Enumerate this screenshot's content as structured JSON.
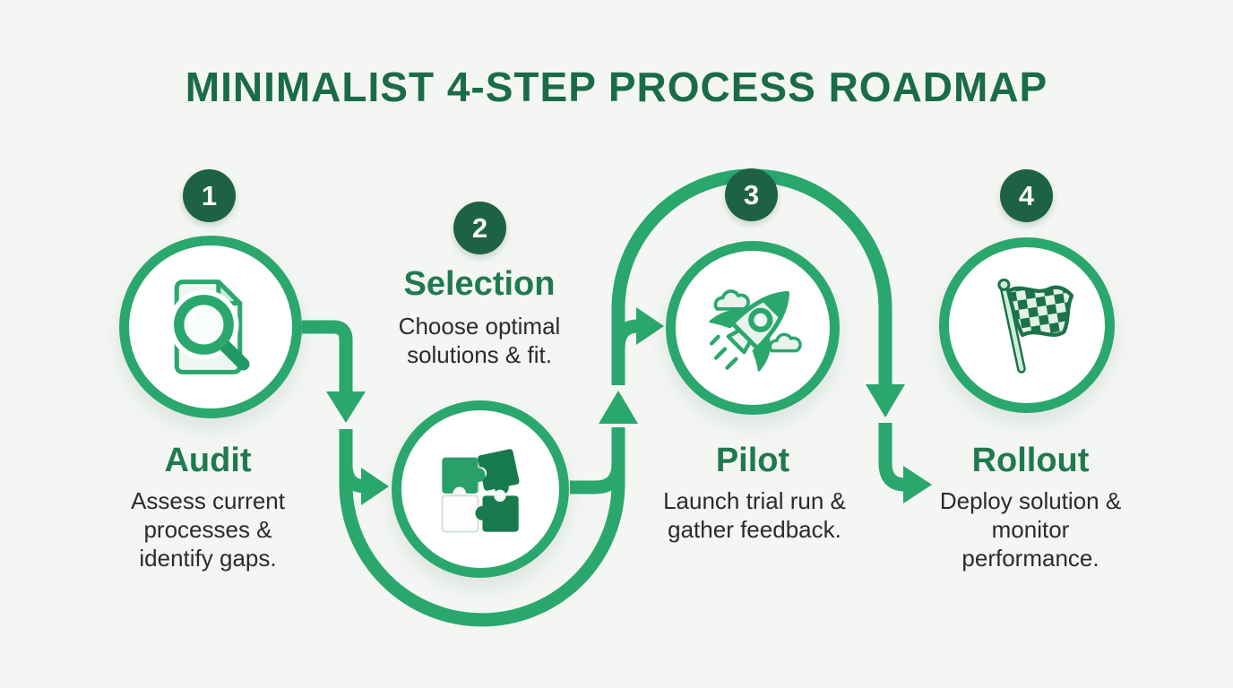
{
  "title": "MINIMALIST 4-STEP PROCESS ROADMAP",
  "colors": {
    "accent_green": "#2aa76c",
    "badge_green": "#1d6245",
    "title_green": "#1a6b4a",
    "step_title_green": "#1f7a4e",
    "description_text": "#2b2b2b",
    "background": "#f4f6f3",
    "icon_light_green": "#e9f4ee",
    "icon_dark_green": "#1c7247"
  },
  "steps": [
    {
      "number": "1",
      "name": "Audit",
      "description": "Assess current processes & identify gaps.",
      "icon": "document-magnifier-icon"
    },
    {
      "number": "2",
      "name": "Selection",
      "description": "Choose optimal solutions & fit.",
      "icon": "puzzle-pieces-icon"
    },
    {
      "number": "3",
      "name": "Pilot",
      "description": "Launch trial run & gather feedback.",
      "icon": "rocket-icon"
    },
    {
      "number": "4",
      "name": "Rollout",
      "description": "Deploy solution & monitor performance.",
      "icon": "checkered-flag-icon"
    }
  ]
}
